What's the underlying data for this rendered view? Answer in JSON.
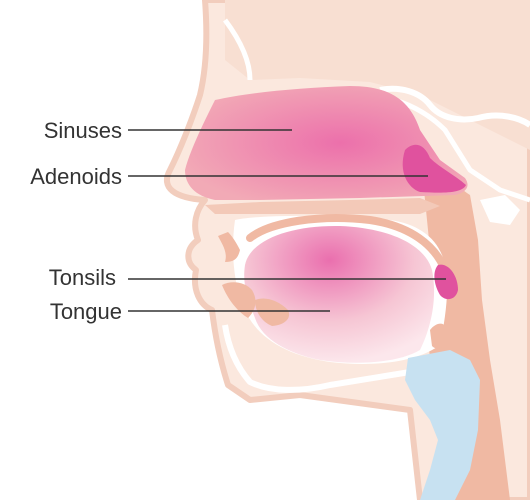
{
  "labels": {
    "sinuses": "Sinuses",
    "adenoids": "Adenoids",
    "tonsils": "Tonsils",
    "tongue": "Tongue"
  },
  "colors": {
    "background": "#ffffff",
    "skin": "#fbe8de",
    "skin_outline": "#f2cdbd",
    "tissue": "#f0b9a3",
    "cavity_pink": "#ea7fb1",
    "highlight_pink": "#e0529e",
    "airway_blue": "#c7e1f1",
    "leader_line": "#333333",
    "label_text": "#333333"
  }
}
